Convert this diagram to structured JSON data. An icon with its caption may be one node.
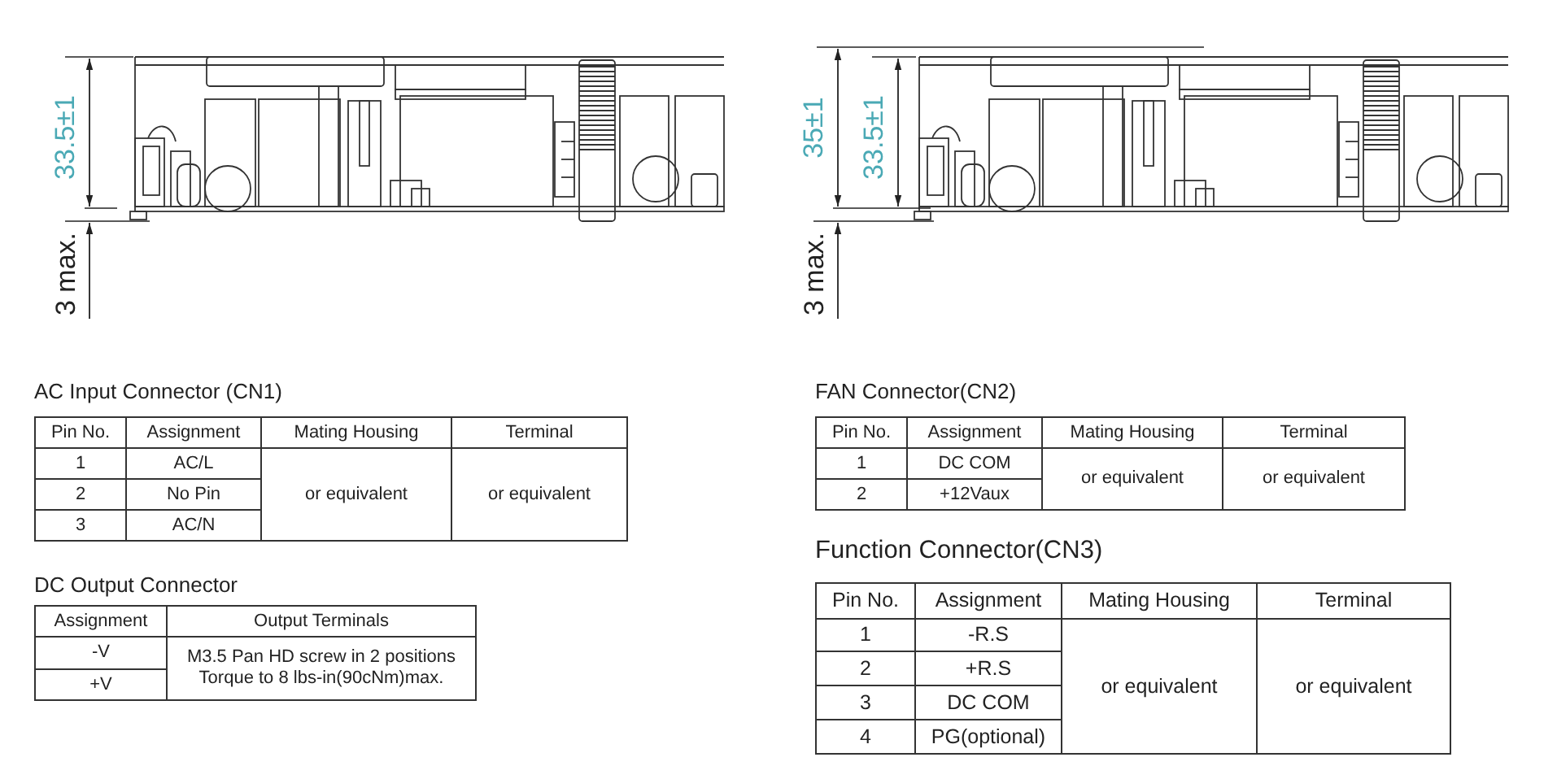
{
  "diagram": {
    "labels": [
      "33.5±1",
      "3 max.",
      "35±1",
      "33.5±1",
      "3 max.",
      "AC Input Connector (CN1)",
      "Pin No.",
      "Assignment",
      "Mating Housing",
      "Terminal",
      "1",
      "AC/L",
      "2",
      "No Pin",
      "or equivalent",
      "or equivalent",
      "3",
      "AC/N",
      "DC Output Connector",
      "Assignment",
      "Output Terminals",
      "-V",
      "M3.5 Pan HD screw in 2 positions Torque to 8 lbs-in(90cNm)max.",
      "+V",
      "FAN Connector(CN2)",
      "Pin No.",
      "Assignment",
      "Mating Housing",
      "Terminal",
      "1",
      "DC COM",
      "or equivalent",
      "or equivalent",
      "2",
      "+12Vaux",
      "Function Connector(CN3)",
      "Pin No.",
      "Assignment",
      "Mating Housing",
      "Terminal",
      "1",
      "-R.S",
      "2",
      "+R.S",
      "3",
      "DC COM",
      "or equivalent",
      "or equivalent",
      "4",
      "PG(optional)"
    ]
  }
}
